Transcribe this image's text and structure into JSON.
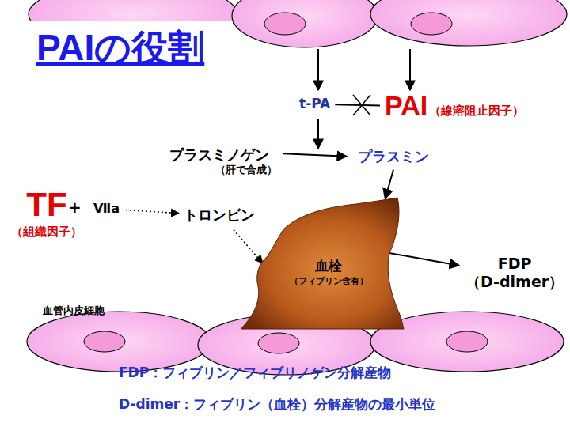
{
  "diagram": {
    "title": "PAIの役割",
    "nodes": [
      {
        "text": [
          "t-PA"
        ]
      },
      {
        "text": [
          "PAI",
          "（線溶阻止因子）"
        ]
      },
      {
        "text": [
          "プラスミノゲン",
          "（肝で合成）"
        ]
      },
      {
        "text": [
          "プラスミン"
        ]
      },
      {
        "text": [
          "TF",
          "（組織因子）"
        ]
      },
      {
        "text": [
          "Ⅶa"
        ]
      },
      {
        "text": [
          "トロンビン"
        ]
      },
      {
        "text": [
          "血栓",
          "（フィブリン含有）"
        ]
      },
      {
        "text": [
          "FDP",
          "（D-dimer）"
        ]
      }
    ],
    "edges": [
      {
        "from": 0,
        "to": 1,
        "arrow": "none"
      },
      {
        "from": 2,
        "to": 3,
        "arrow": "to"
      },
      {
        "from": 5,
        "to": 6,
        "arrow": "to"
      },
      {
        "from": 6,
        "to": 7,
        "arrow": "to"
      },
      {
        "from": 3,
        "to": 7,
        "arrow": "to"
      },
      {
        "from": 7,
        "to": 8,
        "arrow": "to"
      }
    ],
    "labels": [
      "+",
      "血管内皮細胞",
      "FDP：フィブリン／フィブリノゲン分解産物",
      "D-dimer：フィブリン（血栓）分解産物の最小単位"
    ]
  }
}
